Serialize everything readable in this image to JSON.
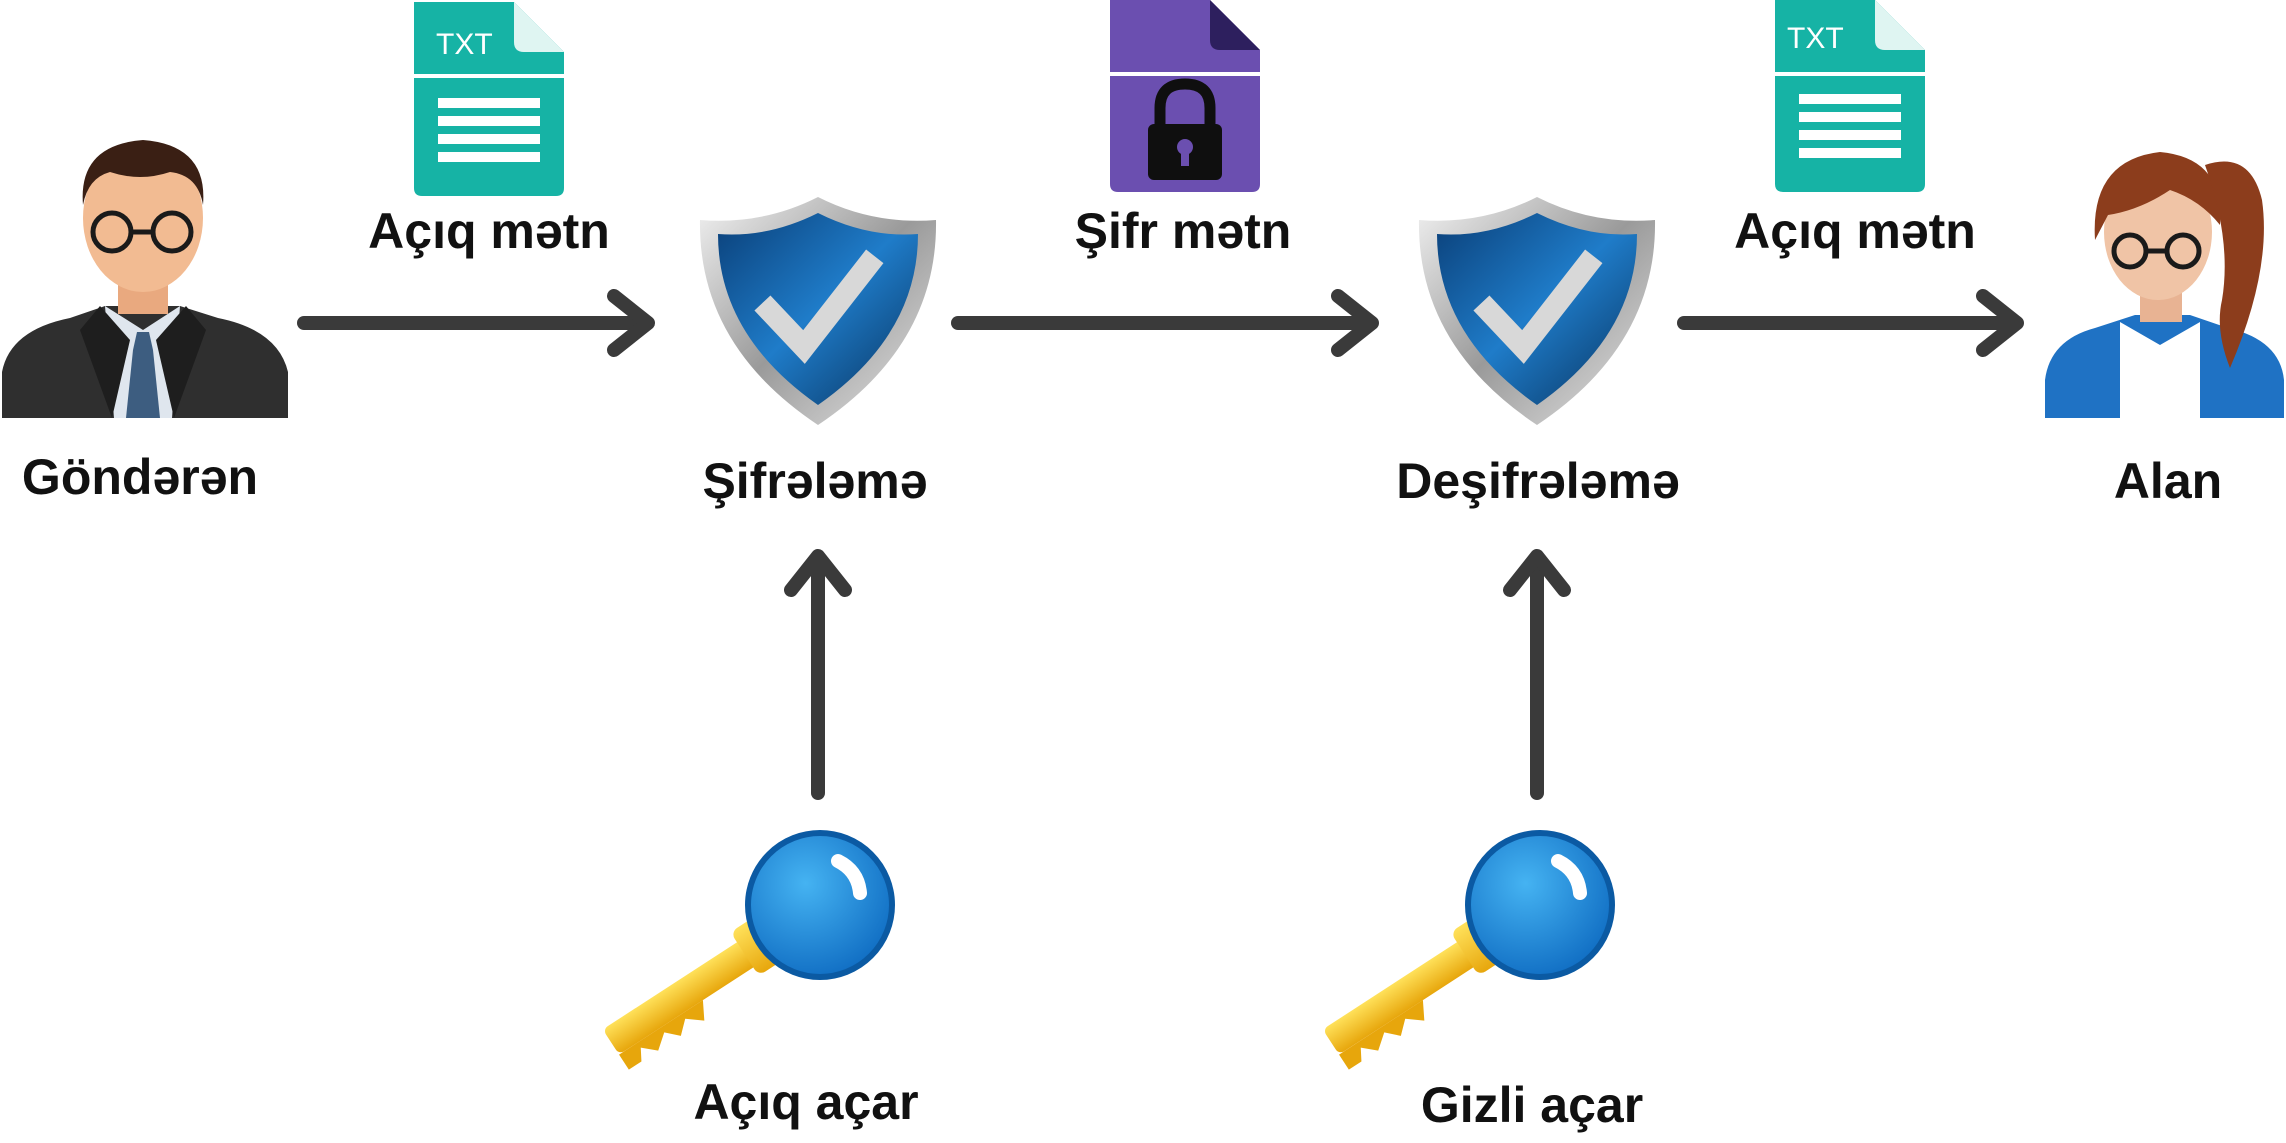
{
  "nodes": {
    "sender": "Göndərən",
    "encryption": "Şifrələmə",
    "decryption": "Deşifrələmə",
    "receiver": "Alan"
  },
  "documents": {
    "plaintext_in": {
      "label": "Açıq mətn",
      "tag": "TXT",
      "icon": "txt-file-icon"
    },
    "ciphertext": {
      "label": "Şifr mətn",
      "icon": "locked-file-icon"
    },
    "plaintext_out": {
      "label": "Açıq mətn",
      "tag": "TXT",
      "icon": "txt-file-icon"
    }
  },
  "keys": {
    "public_key": "Açıq açar",
    "private_key": "Gizli açar"
  },
  "colors": {
    "arrow": "#3a3a3a",
    "txt_file": "#16b3a5",
    "locked_file": "#6b4fb0",
    "shield": "#0d4f8f",
    "key_head": "#1b86d6",
    "key_blade": "#f4c21a",
    "receiver_jacket": "#1f72c4",
    "receiver_hair": "#8c3d1c",
    "sender_suit": "#2f2f2f"
  }
}
